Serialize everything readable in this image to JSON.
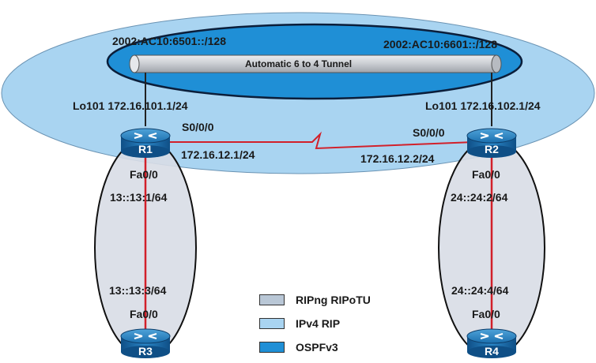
{
  "tunnel": {
    "label": "Automatic 6 to 4 Tunnel",
    "left_addr": "2002:AC10:6501::/128",
    "right_addr": "2002:AC10:6601::/128"
  },
  "routers": {
    "r1": {
      "name": "R1",
      "loopback": "Lo101 172.16.101.1/24",
      "serial_if": "S0/0/0",
      "serial_ip": "172.16.12.1/24",
      "fa_if": "Fa0/0",
      "fa_ipv6": "13::13:1/64"
    },
    "r2": {
      "name": "R2",
      "loopback": "Lo101 172.16.102.1/24",
      "serial_if": "S0/0/0",
      "serial_ip": "172.16.12.2/24",
      "fa_if": "Fa0/0",
      "fa_ipv6": "24::24:2/64"
    },
    "r3": {
      "name": "R3",
      "fa_if": "Fa0/0",
      "fa_ipv6": "13::13:3/64"
    },
    "r4": {
      "name": "R4",
      "fa_if": "Fa0/0",
      "fa_ipv6": "24::24:4/64"
    }
  },
  "legend": [
    {
      "label": "RIPng RIPoTU",
      "color": "#b9c7d6"
    },
    {
      "label": "IPv4 RIP",
      "color": "#a9d4f1"
    },
    {
      "label": "OSPFv3",
      "color": "#1f8fd6"
    }
  ],
  "colors": {
    "ipv4_rip": "#a9d4f1",
    "ospfv3": "#1f8fd6",
    "ripng": "#d8dde6",
    "tunnel": "#c9ccd1",
    "serial_link": "#d2202a",
    "ethernet_link": "#d2202a",
    "router": "#1b6fae"
  }
}
